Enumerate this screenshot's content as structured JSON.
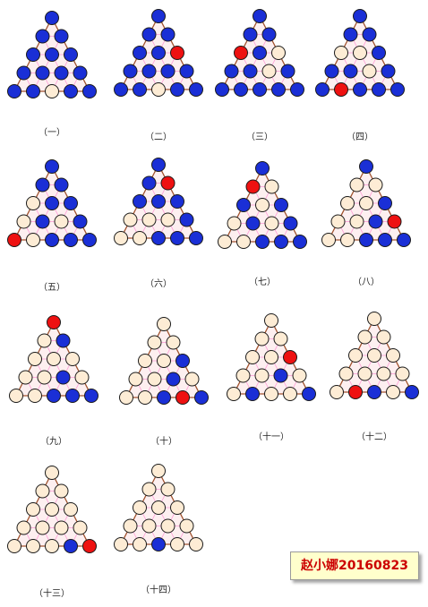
{
  "colors": {
    "blue": "#1a2fd6",
    "red": "#ee1111",
    "empty": "#fdecd5",
    "edge": "#a0522d",
    "inner": "#ff9ad6",
    "fill": "#fdeff0"
  },
  "puzzles": [
    {
      "label": "（一）",
      "rows": [
        "B",
        "BB",
        "BBB",
        "BBBB",
        "BBEBB"
      ]
    },
    {
      "label": "（二）",
      "rows": [
        "B",
        "BB",
        "BBR",
        "BBBB",
        "BBEBB"
      ]
    },
    {
      "label": "（三）",
      "rows": [
        "B",
        "BB",
        "RBE",
        "BBEB",
        "BBBBB"
      ]
    },
    {
      "label": "（四）",
      "rows": [
        "B",
        "BB",
        "EEB",
        "BBEB",
        "BRBBB"
      ]
    },
    {
      "label": "（五）",
      "rows": [
        "B",
        "BB",
        "EBB",
        "EBEB",
        "REBBB"
      ]
    },
    {
      "label": "（六）",
      "rows": [
        "B",
        "BR",
        "BBB",
        "EEEB",
        "EEBBB"
      ]
    },
    {
      "label": "（七）",
      "rows": [
        "B",
        "RE",
        "BEB",
        "EBEB",
        "EEBBB"
      ]
    },
    {
      "label": "（八）",
      "rows": [
        "B",
        "EE",
        "EEB",
        "EEBR",
        "EEBBB"
      ]
    },
    {
      "label": "（九）",
      "rows": [
        "R",
        "EB",
        "EEE",
        "EEBE",
        "EEBBB"
      ]
    },
    {
      "label": "（十）",
      "rows": [
        "E",
        "EE",
        "EEB",
        "EEBE",
        "EEBRB"
      ]
    },
    {
      "label": "（十一）",
      "rows": [
        "E",
        "EE",
        "EER",
        "EEBE",
        "EBEEB"
      ]
    },
    {
      "label": "（十二）",
      "rows": [
        "E",
        "EE",
        "EEE",
        "EEEE",
        "ERBEB"
      ]
    },
    {
      "label": "（十三）",
      "rows": [
        "E",
        "EE",
        "EEE",
        "EEEE",
        "EEEBR"
      ]
    },
    {
      "label": "（十四）",
      "rows": [
        "E",
        "EE",
        "EEE",
        "EEEE",
        "EEBEE"
      ]
    }
  ],
  "signature": "赵小娜20160823"
}
